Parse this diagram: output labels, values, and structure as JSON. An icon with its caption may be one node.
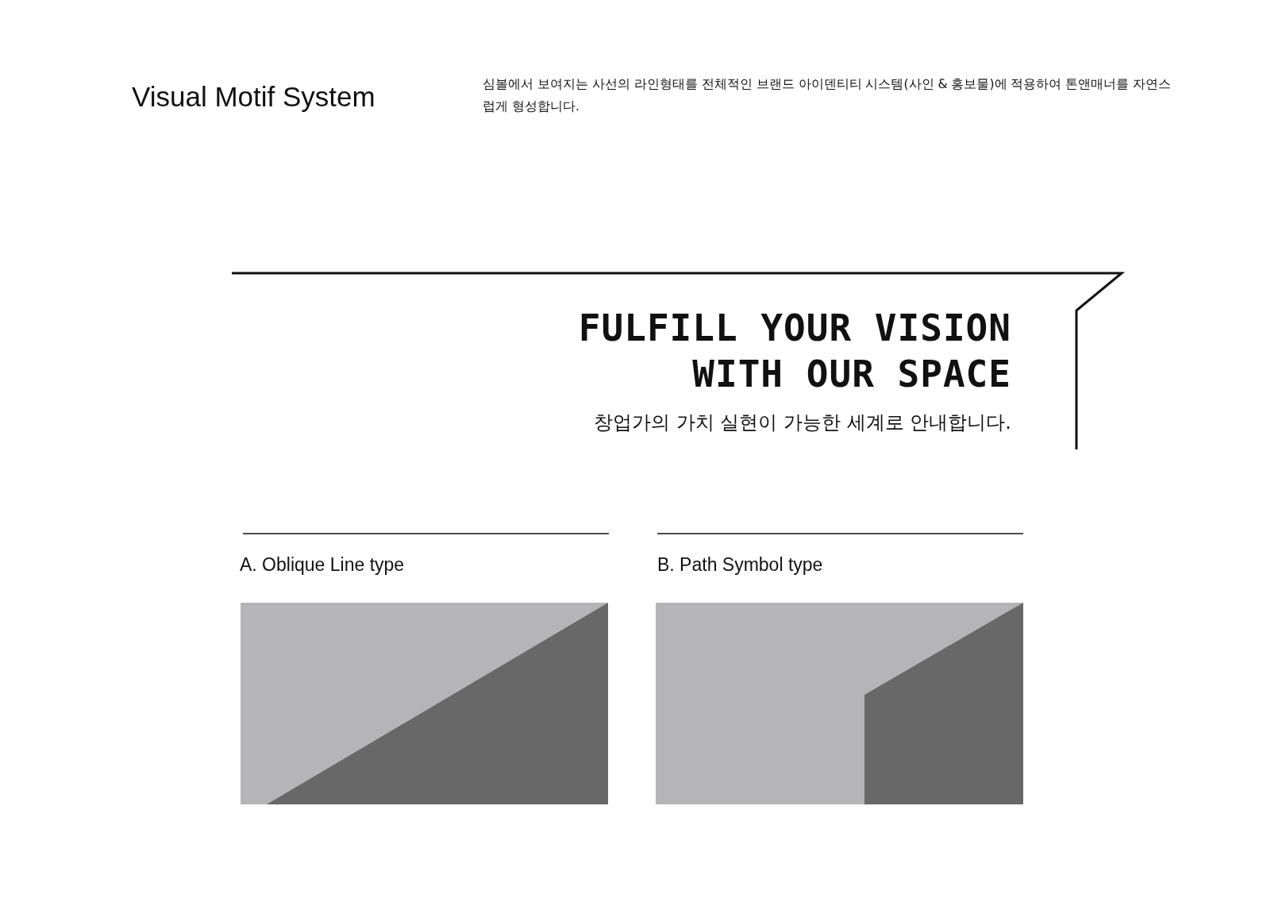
{
  "diagram": {
    "title": "Visual Motif System",
    "labels": [
      "심볼에서 보여지는 사선의 라인형태를 전체적인 브랜드 아이덴티티 시스템(사인 & 홍보물)에 적용하여 톤앤매너를 자연스럽게 형성합니다.",
      "FULFILL YOUR VISION WITH OUR SPACE",
      "창업가의 가치 실현이 가능한 세계로 안내합니다.",
      "A. Oblique Line type",
      "B. Path Symbol type"
    ]
  }
}
